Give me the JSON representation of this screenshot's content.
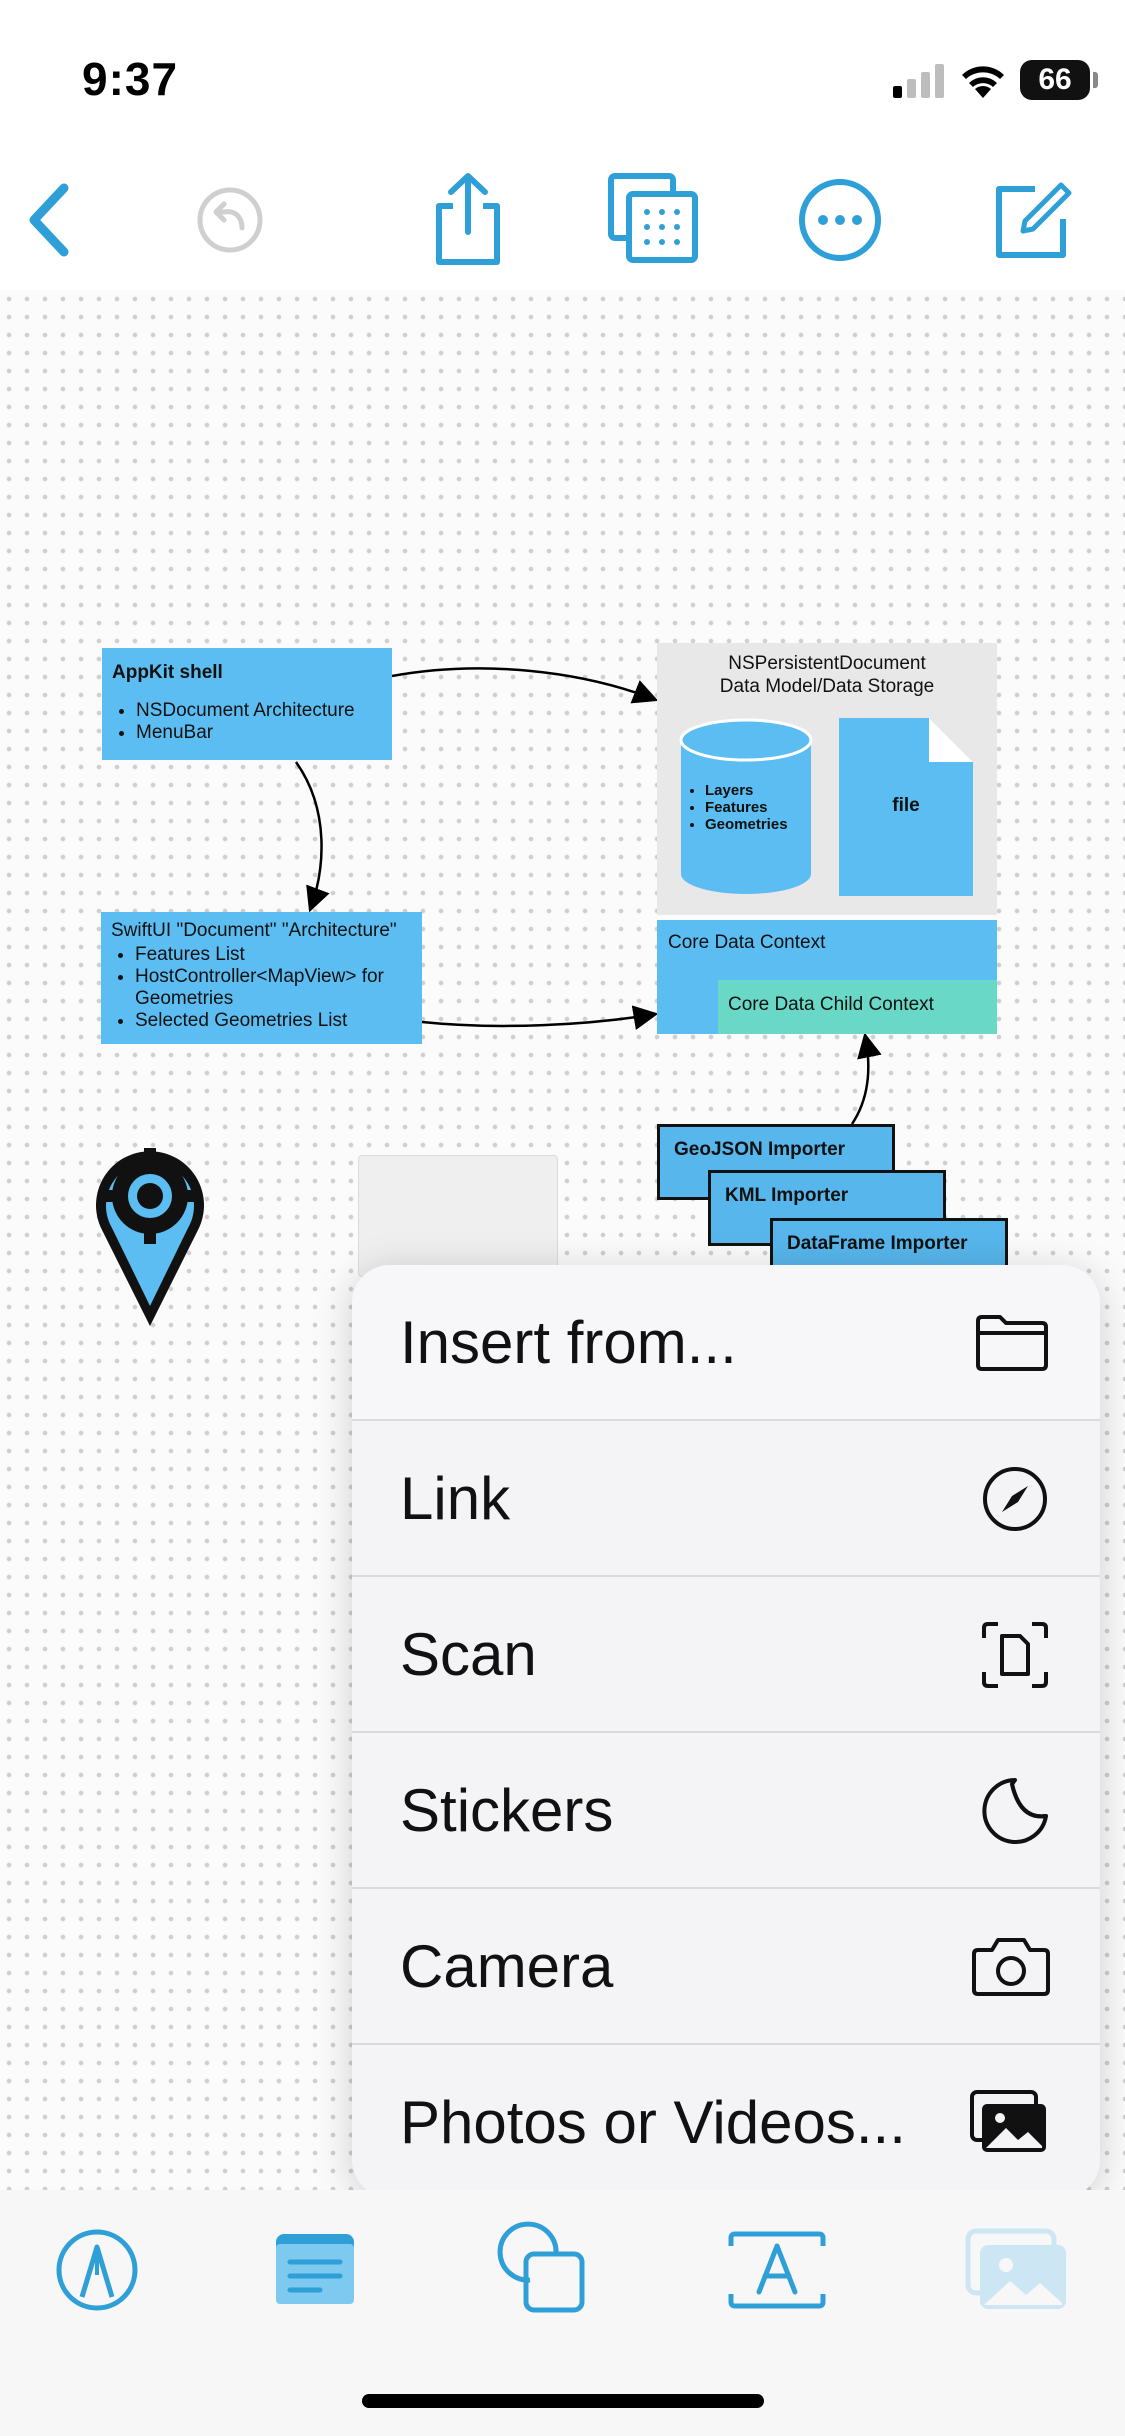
{
  "status": {
    "time": "9:37",
    "battery": "66"
  },
  "diagram": {
    "appkit": {
      "title": "AppKit shell",
      "items": [
        "NSDocument Architecture",
        "MenuBar"
      ]
    },
    "swiftui": {
      "title": "SwiftUI \"Document\" \"Architecture\"",
      "items": [
        "Features List",
        "HostController<MapView> for Geometries",
        "Selected Geometries List"
      ]
    },
    "storage": {
      "title": "NSPersistentDocument",
      "subtitle": "Data Model/Data Storage",
      "db_items": [
        "Layers",
        "Features",
        "Geometries"
      ],
      "file_label": "file"
    },
    "context": {
      "label": "Core Data Context",
      "child_label": "Core Data Child Context"
    },
    "importers": [
      "GeoJSON Importer",
      "KML Importer",
      "DataFrame Importer"
    ]
  },
  "menu": {
    "items": [
      {
        "label": "Insert from...",
        "icon": "folder-icon"
      },
      {
        "label": "Link",
        "icon": "compass-icon"
      },
      {
        "label": "Scan",
        "icon": "scan-document-icon"
      },
      {
        "label": "Stickers",
        "icon": "sticker-icon"
      },
      {
        "label": "Camera",
        "icon": "camera-icon"
      },
      {
        "label": "Photos or Videos...",
        "icon": "photos-icon"
      }
    ]
  },
  "colors": {
    "accent": "#2f9fd8",
    "diagram_blue": "#5bbdf2",
    "child_context": "#6ad8c6"
  }
}
